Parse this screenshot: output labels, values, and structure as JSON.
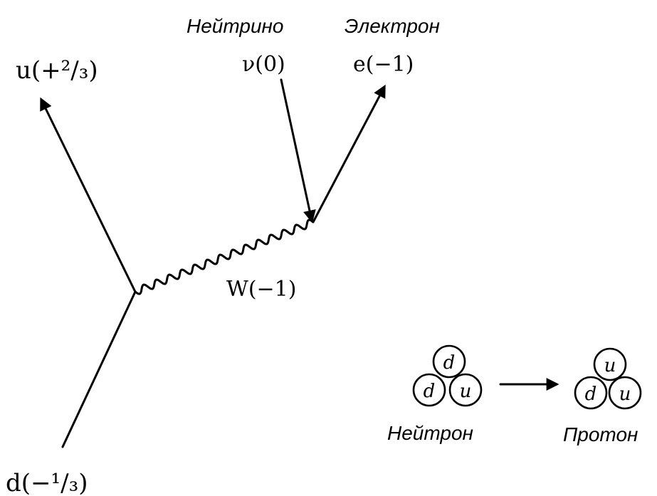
{
  "labels": {
    "neutrino_word": "Нейтрино",
    "electron_word": "Электрон",
    "u_quark": "u(+²/₃)",
    "d_quark": "d(−¹/₃)",
    "neutrino_symbol": "ν(0)",
    "electron_symbol": "e(−1)",
    "w_boson": "W(−1)",
    "neutron_word": "Нейтрон",
    "proton_word": "Протон"
  },
  "neutron_quarks": [
    "d",
    "d",
    "u"
  ],
  "proton_quarks": [
    "u",
    "d",
    "u"
  ]
}
